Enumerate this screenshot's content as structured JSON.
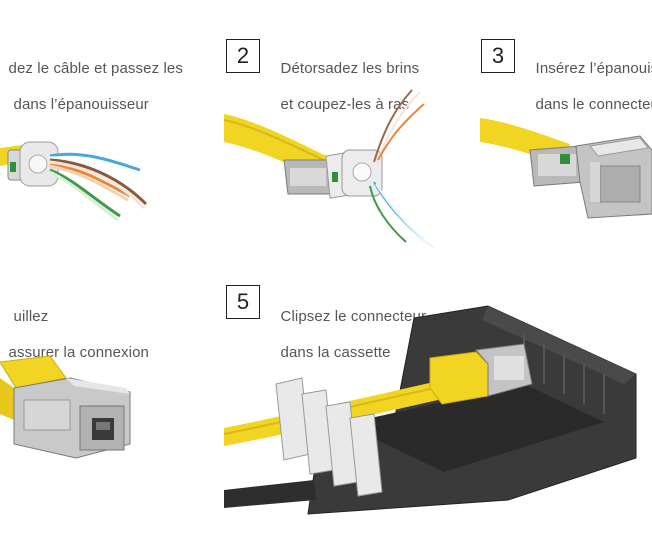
{
  "steps": [
    {
      "number": "",
      "line1": "dez le câble et passez les",
      "line2": "dans l’épanouisseur"
    },
    {
      "number": "2",
      "line1": "Détorsadez les brins",
      "line2": "et coupez-les à ras"
    },
    {
      "number": "3",
      "line1": "Insérez l’épanouis",
      "line2": "dans le connecteu"
    },
    {
      "number": "",
      "line1": "uillez",
      "line2": "assurer la connexion"
    },
    {
      "number": "5",
      "line1": "Clipsez le connecteur",
      "line2": "dans la cassette"
    }
  ],
  "colors": {
    "cable": "#f2d523",
    "metal": "#b9b9b9",
    "cassette": "#3a3a3a",
    "clip": "#e6e6e6"
  }
}
